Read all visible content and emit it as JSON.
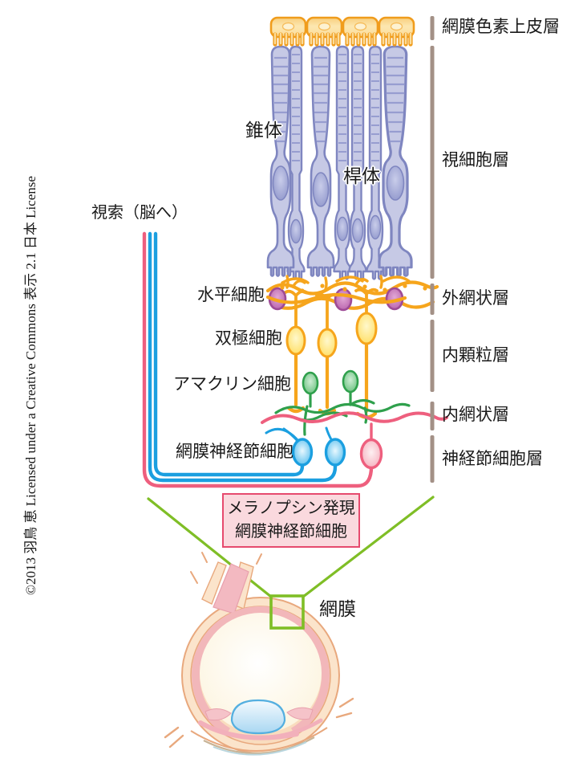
{
  "copyright": "©2013 羽鳥 恵 Licensed under a Creative Commons 表示 2.1 日本 License",
  "diagram": {
    "cone_label": "錐体",
    "rod_label": "桿体",
    "optic_tract_label": "視索（脳へ）",
    "horizontal_label": "水平細胞",
    "bipolar_label": "双極細胞",
    "amacrine_label": "アマクリン細胞",
    "ganglion_label": "網膜神経節細胞"
  },
  "layers": [
    {
      "label": "網膜色素上皮層"
    },
    {
      "label": "視細胞層"
    },
    {
      "label": "外網状層"
    },
    {
      "label": "内顆粒層"
    },
    {
      "label": "内網状層"
    },
    {
      "label": "神経節細胞層"
    }
  ],
  "callout": {
    "line1": "メラノプシン発現",
    "line2": "網膜神経節細胞"
  },
  "eye": {
    "retina_label": "網膜"
  },
  "colors": {
    "rpe_orange": "#F09C1C",
    "photoreceptor_purple": "#7F86C0",
    "horizontal_magenta": "#9E4B96",
    "bipolar_yellow": "#F6A51C",
    "amacrine_green": "#2FA04C",
    "ganglion_blue": "#1B9FE0",
    "melanopsin_pink": "#EE5F7E",
    "layer_bar_taupe": "#A39086",
    "callout_green": "#7FBE26",
    "sclera_peach": "#E8A87D",
    "retina_band_pink": "#F2B7BA"
  }
}
